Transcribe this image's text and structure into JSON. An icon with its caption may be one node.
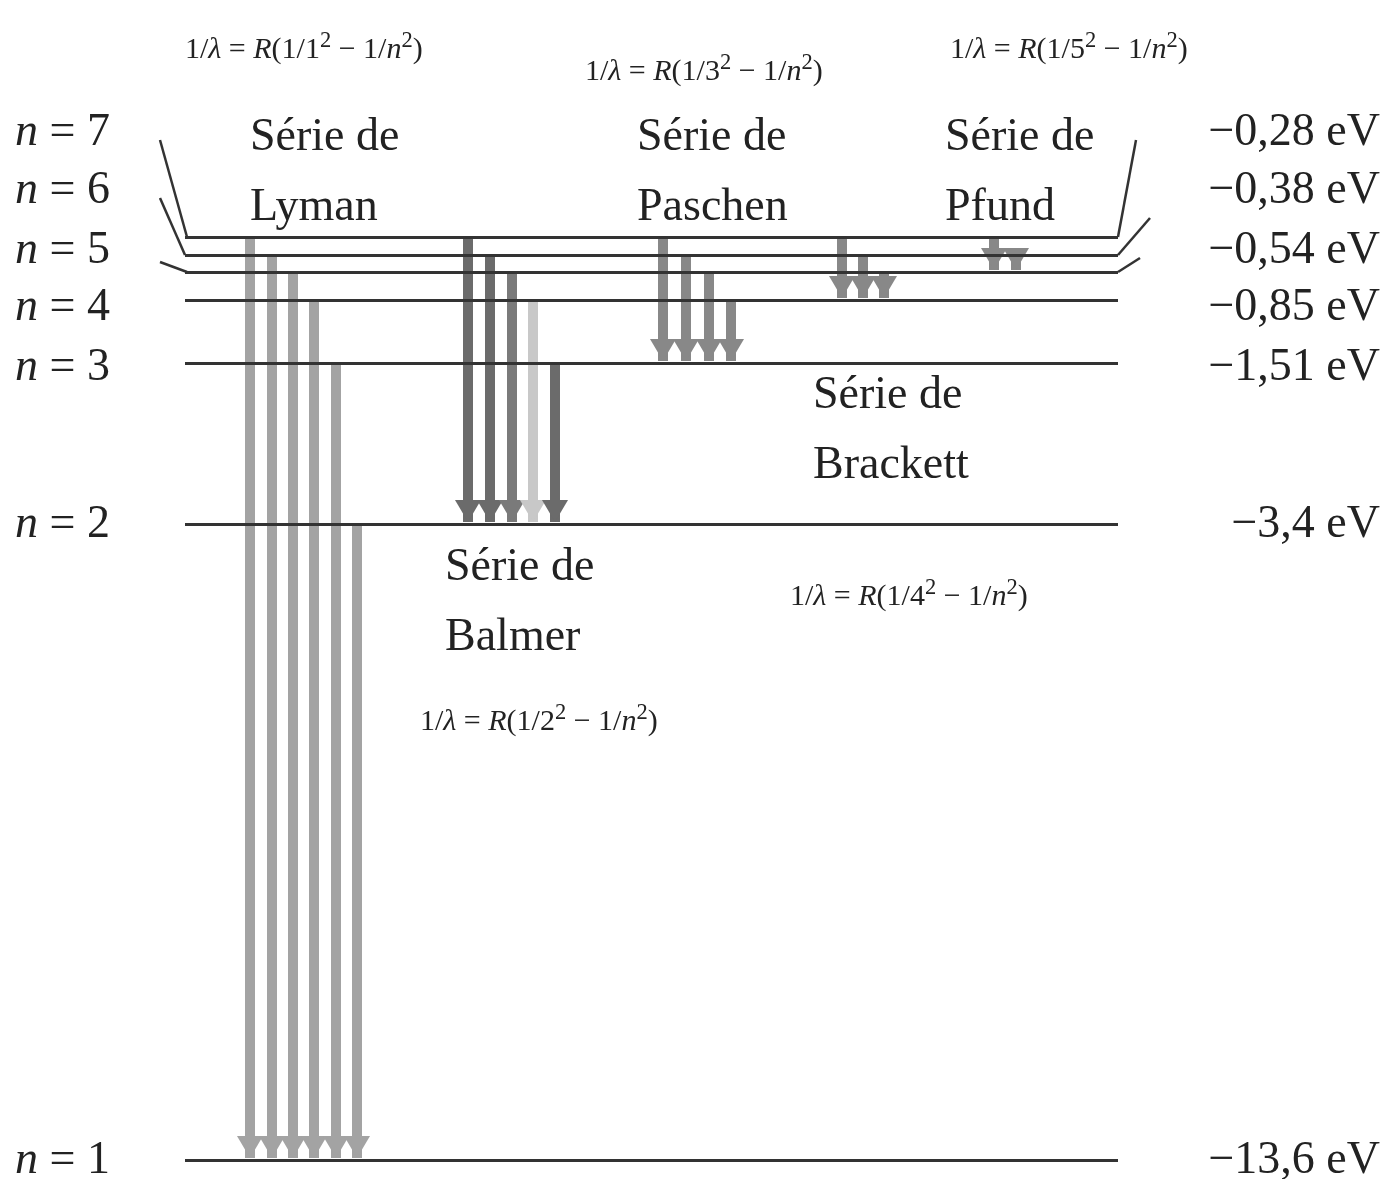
{
  "diagram": {
    "nodes": [
      {
        "text": [],
        "shape": "bar"
      },
      {
        "text": [],
        "shape": "bar"
      },
      {
        "text": [],
        "shape": "bar"
      },
      {
        "text": [],
        "shape": "bar"
      },
      {
        "text": [],
        "shape": "bar"
      },
      {
        "text": [],
        "shape": "bar"
      },
      {
        "text": [],
        "shape": "bar"
      }
    ],
    "edges": [
      {
        "from": 0,
        "to": 6,
        "arrow": "to"
      },
      {
        "from": 1,
        "to": 6,
        "arrow": "to"
      },
      {
        "from": 2,
        "to": 6,
        "arrow": "to"
      },
      {
        "from": 3,
        "to": 6,
        "arrow": "to"
      },
      {
        "from": 4,
        "to": 6,
        "arrow": "to"
      },
      {
        "from": 5,
        "to": 6,
        "arrow": "to"
      },
      {
        "from": 0,
        "to": 5,
        "arrow": "to",
        "color": "#6b6b6b"
      },
      {
        "from": 1,
        "to": 5,
        "arrow": "to",
        "color": "#6b6b6b"
      },
      {
        "from": 2,
        "to": 5,
        "arrow": "to",
        "color": "#7a7a7a"
      },
      {
        "from": 3,
        "to": 5,
        "arrow": "to",
        "color": "#c8c8c8"
      },
      {
        "from": 4,
        "to": 5,
        "arrow": "to",
        "color": "#6b6b6b"
      },
      {
        "from": 0,
        "to": 4,
        "arrow": "to",
        "color": "#888888"
      },
      {
        "from": 1,
        "to": 4,
        "arrow": "to",
        "color": "#888888"
      },
      {
        "from": 2,
        "to": 4,
        "arrow": "to",
        "color": "#888888"
      },
      {
        "from": 3,
        "to": 4,
        "arrow": "to",
        "color": "#888888"
      },
      {
        "from": 0,
        "to": 3,
        "arrow": "to",
        "color": "#888888"
      },
      {
        "from": 1,
        "to": 3,
        "arrow": "to",
        "color": "#888888"
      },
      {
        "from": 2,
        "to": 3,
        "arrow": "to",
        "color": "#888888"
      },
      {
        "from": 0,
        "to": 2,
        "arrow": "to",
        "color": "#888888"
      },
      {
        "from": 1,
        "to": 2,
        "arrow": "to",
        "color": "#888888"
      }
    ],
    "labels": [
      "1/*λ* = *R*(1/1$^{2}$ − 1/*n*$^{2}$)",
      "1/*λ* = *R*(1/3$^{2}$ − 1/*n*$^{2}$)",
      "1/*λ* = *R*(1/5$^{2}$ − 1/*n*$^{2}$)",
      "*n* = 7",
      "Série de Lyman",
      "Série de Paschen",
      "Série de Pfund",
      "−0,28 eV",
      "*n* = 6",
      "−0,38 eV",
      "*n* = 5",
      "−0,54 eV",
      "*n* = 4",
      "−0,85 eV",
      "*n* = 3",
      "−1,51 eV",
      "Série de Brackett",
      "*n* = 2",
      "−3,4 eV",
      "Série de Balmer",
      "1/*λ* = *R*(1/4$^{2}$ − 1/*n*$^{2}$)",
      "1/*λ* = *R*(1/2$^{2}$ − 1/*n*$^{2}$)",
      "*n* = 1",
      "−13,6 eV"
    ]
  }
}
